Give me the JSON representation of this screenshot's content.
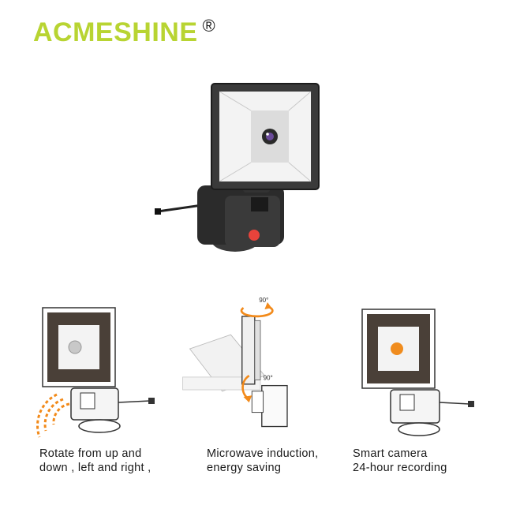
{
  "brand": {
    "name_part1": "ACME",
    "name_part2": "SHINE",
    "registered": "®"
  },
  "features": [
    {
      "line1": "Rotate from up and",
      "line2": "down , left and right ,"
    },
    {
      "line1": "Microwave induction,",
      "line2": "energy saving",
      "angle_top": "90°",
      "angle_side": "90°"
    },
    {
      "line1": "Smart camera",
      "line2": "24-hour recording"
    }
  ],
  "colors": {
    "brand_green": "#b8d432",
    "housing": "#2b2b2b",
    "panel_light": "#ededed",
    "wave_orange": "#f28a1a",
    "lens_orange": "#f08c1e",
    "indicator_red": "#e8433b"
  }
}
